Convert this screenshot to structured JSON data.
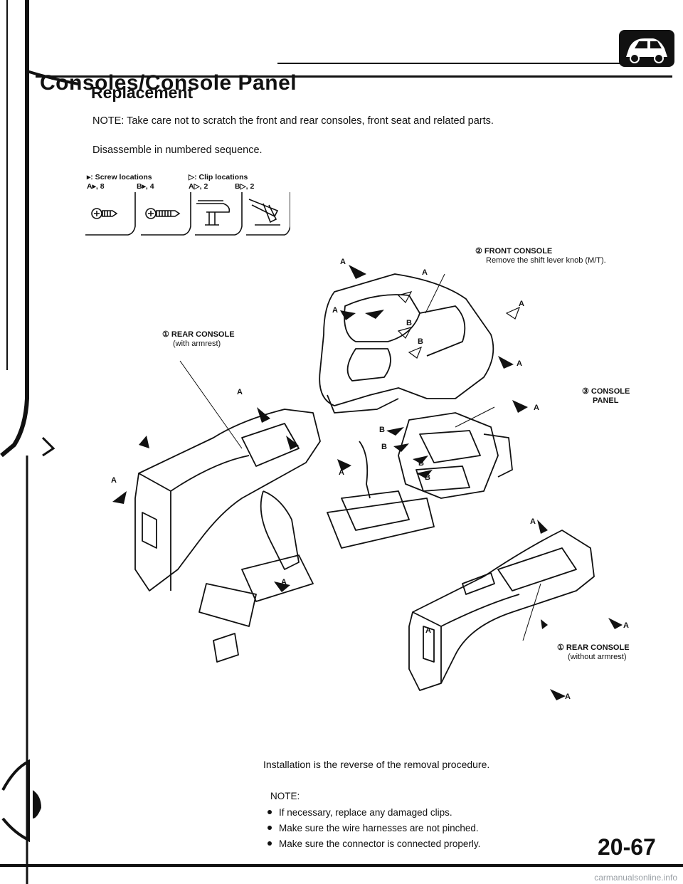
{
  "header": {
    "title": "Consoles/Console Panel"
  },
  "section": {
    "title": "Replacement",
    "note": "NOTE: Take care not to scratch the front and rear consoles, front seat and related parts.",
    "sequence": "Disassemble in numbered sequence."
  },
  "legend": {
    "screw_heading": "▸: Screw locations",
    "screw_a": "A▸, 8",
    "screw_b": "B▸, 4",
    "clip_heading": "▷: Clip locations",
    "clip_a": "A▷, 2",
    "clip_b": "B▷, 2"
  },
  "callouts": {
    "front_console_title": "② FRONT CONSOLE",
    "front_console_sub": "Remove the shift lever knob (M/T).",
    "rear_armrest_title": "① REAR CONSOLE",
    "rear_armrest_sub": "(with armrest)",
    "panel_line1": "③ CONSOLE",
    "panel_line2": "PANEL",
    "rear_noarm_title": "① REAR CONSOLE",
    "rear_noarm_sub": "(without armrest)"
  },
  "tags": {
    "a": "A",
    "b": "B"
  },
  "install": {
    "text": "Installation is the reverse of the removal procedure.",
    "note_label": "NOTE:",
    "items": [
      "If necessary, replace any damaged clips.",
      "Make sure the wire harnesses are not pinched.",
      "Make sure the connector is connected properly."
    ]
  },
  "footer": {
    "page_number": "20-67",
    "watermark": "carmanualsonline.info"
  }
}
